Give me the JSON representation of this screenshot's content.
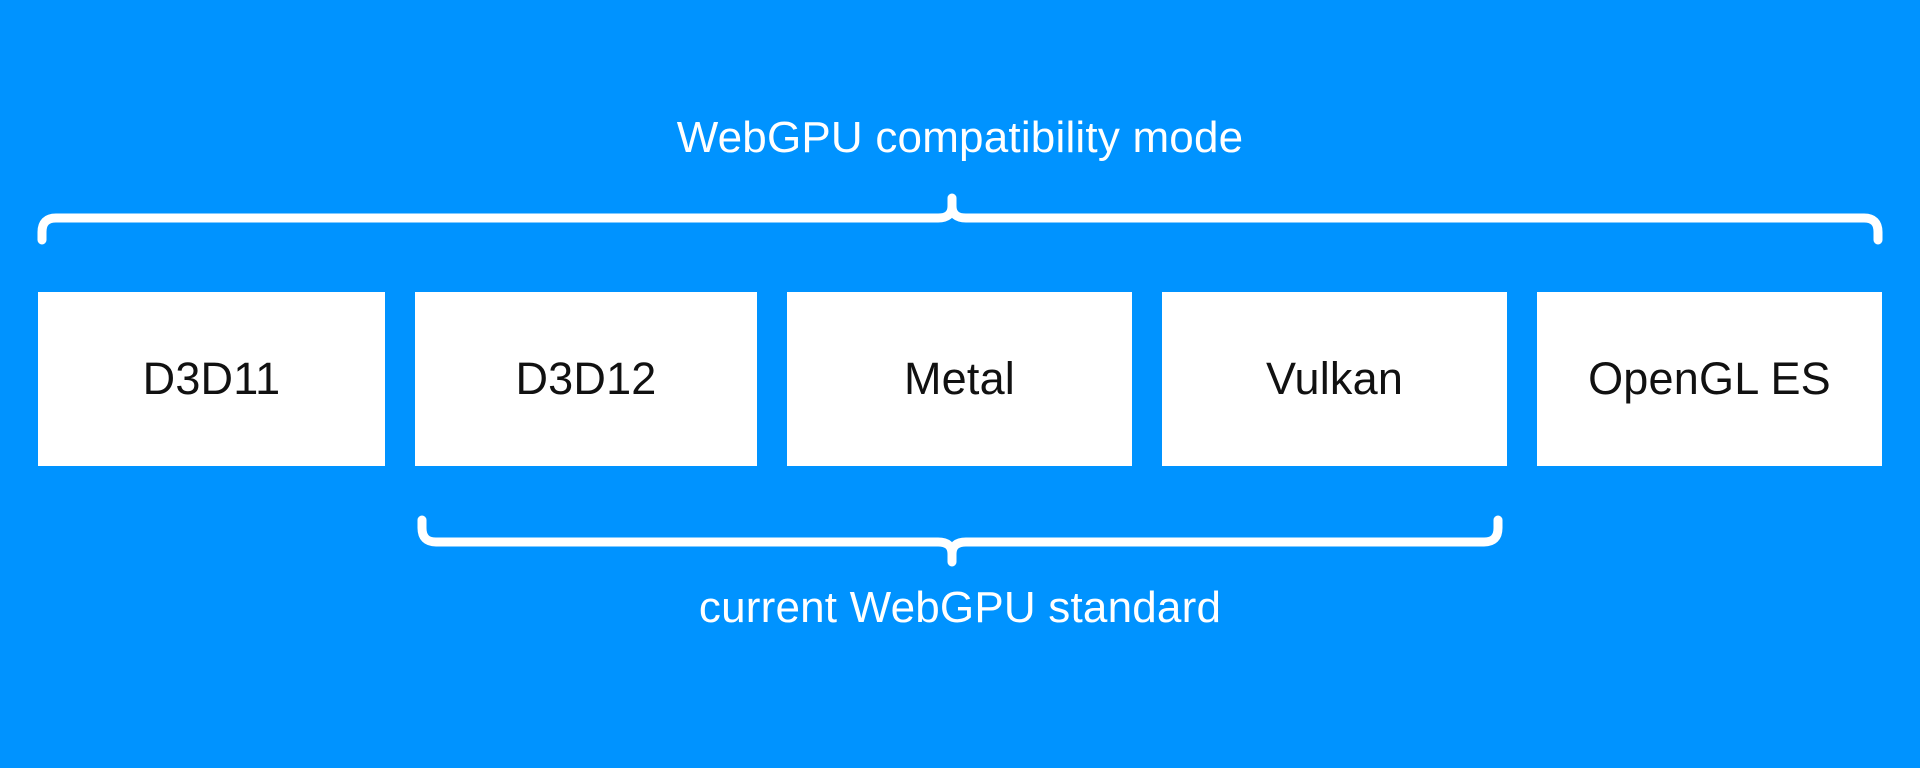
{
  "diagram": {
    "background_color": "#0093ff",
    "box_fill_color": "#ffffff",
    "box_text_color": "#111111",
    "brace_color": "#ffffff",
    "top_brace": {
      "label": "WebGPU compatibility mode",
      "spans_boxes": [
        "D3D11",
        "D3D12",
        "Metal",
        "Vulkan",
        "OpenGL ES"
      ],
      "orientation": "above"
    },
    "bottom_brace": {
      "label": "current WebGPU standard",
      "spans_boxes": [
        "D3D12",
        "Metal",
        "Vulkan"
      ],
      "orientation": "below"
    },
    "boxes": [
      {
        "label": "D3D11"
      },
      {
        "label": "D3D12"
      },
      {
        "label": "Metal"
      },
      {
        "label": "Vulkan"
      },
      {
        "label": "OpenGL ES"
      }
    ]
  }
}
